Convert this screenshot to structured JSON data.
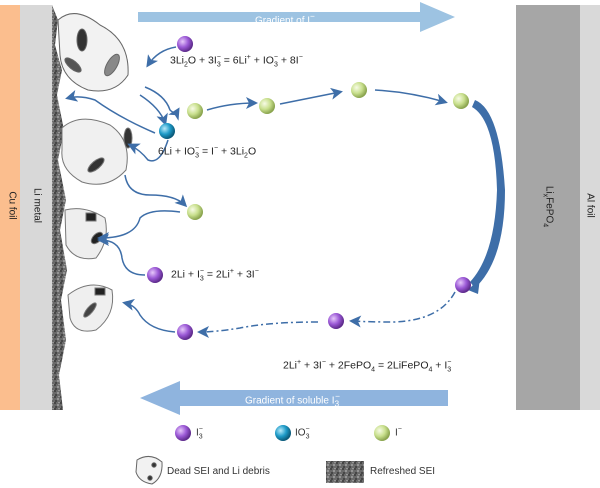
{
  "figure": {
    "panels": {
      "cu_foil": {
        "label": "Cu foil",
        "color": "#FBBE8E"
      },
      "li_metal": {
        "label": "Li metal",
        "color": "#D8D8D8"
      },
      "lixfepo4": {
        "label_main": "Li",
        "label_sub": "x",
        "label_rest": "FePO",
        "label_sub2": "4",
        "color": "#A6A6A6"
      },
      "al_foil": {
        "label": "Al foil",
        "color": "#D9D9D9"
      }
    },
    "gradients": {
      "top": {
        "label_main": "Gradient of I",
        "label_sup": "−",
        "direction": "right",
        "color": "#9DC3E2"
      },
      "bottom": {
        "label_main": "Gradient of soluble I",
        "label_sub": "3",
        "label_sup": "−",
        "direction": "left",
        "color": "#8FB4DE"
      }
    },
    "equations": {
      "eq1": {
        "parts": [
          "3Li",
          "2",
          "O + 3I",
          "3",
          "−",
          " = 6Li",
          "+",
          " + IO",
          "3",
          "−",
          " + 8I",
          "−"
        ]
      },
      "eq2": {
        "parts": [
          "6Li + IO",
          "3",
          "−",
          " = I",
          "−",
          " + 3Li",
          "2",
          "O"
        ]
      },
      "eq3": {
        "parts": [
          "2Li + I",
          "3",
          "−",
          " = 2Li",
          "+",
          " + 3I",
          "−"
        ]
      },
      "eq4": {
        "parts": [
          "2Li",
          "+",
          " + 3I",
          "−",
          " + 2FePO",
          "4",
          " = 2LiFePO",
          "4",
          " + I",
          "3",
          "−"
        ]
      }
    },
    "species_colors": {
      "I3": "#9B59D6",
      "IO3": "#1E9BC8",
      "I": "#C9E08E"
    },
    "legend": {
      "i3": {
        "label_main": "I",
        "label_sub": "3",
        "label_sup": "−"
      },
      "io3": {
        "label_main": "IO",
        "label_sub": "3",
        "label_sup": "−"
      },
      "i": {
        "label_main": "I",
        "label_sup": "−"
      },
      "dead_sei": {
        "label": "Dead SEI and Li debris"
      },
      "refreshed_sei": {
        "label": "Refreshed SEI"
      }
    },
    "arrow_color": "#3E6EA8"
  }
}
